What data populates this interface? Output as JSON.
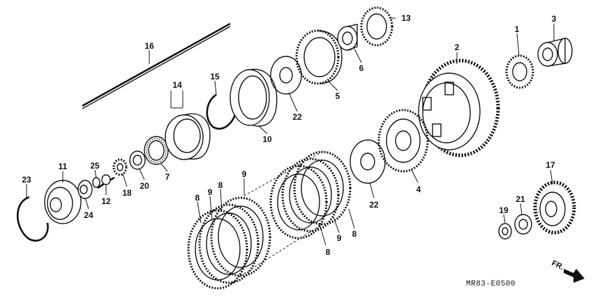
{
  "diagram": {
    "code": "MR83-E0500",
    "direction_label": "FR.",
    "callouts": [
      "1",
      "2",
      "3",
      "4",
      "5",
      "6",
      "7",
      "8",
      "8",
      "8",
      "8",
      "9",
      "9",
      "9",
      "10",
      "11",
      "12",
      "13",
      "14",
      "15",
      "16",
      "17",
      "18",
      "19",
      "20",
      "21",
      "22",
      "22",
      "23",
      "24",
      "25"
    ]
  }
}
